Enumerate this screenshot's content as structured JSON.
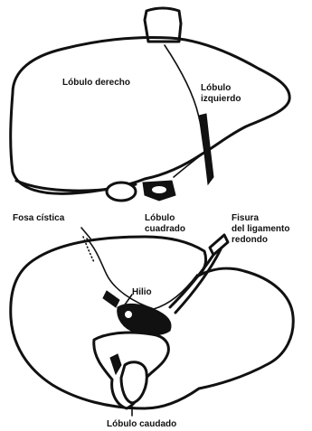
{
  "labels": {
    "lobulo_derecho": "Lóbulo derecho",
    "lobulo_izquierdo_1": "Lóbulo",
    "lobulo_izquierdo_2": "izquierdo",
    "fosa_cistica": "Fosa cística",
    "lobulo_cuadrado_1": "Lóbulo",
    "lobulo_cuadrado_2": "cuadrado",
    "fisura_1": "Fisura",
    "fisura_2": "del ligamento",
    "fisura_3": "redondo",
    "hilio": "Hilio",
    "lobulo_caudado": "Lóbulo caudado"
  }
}
